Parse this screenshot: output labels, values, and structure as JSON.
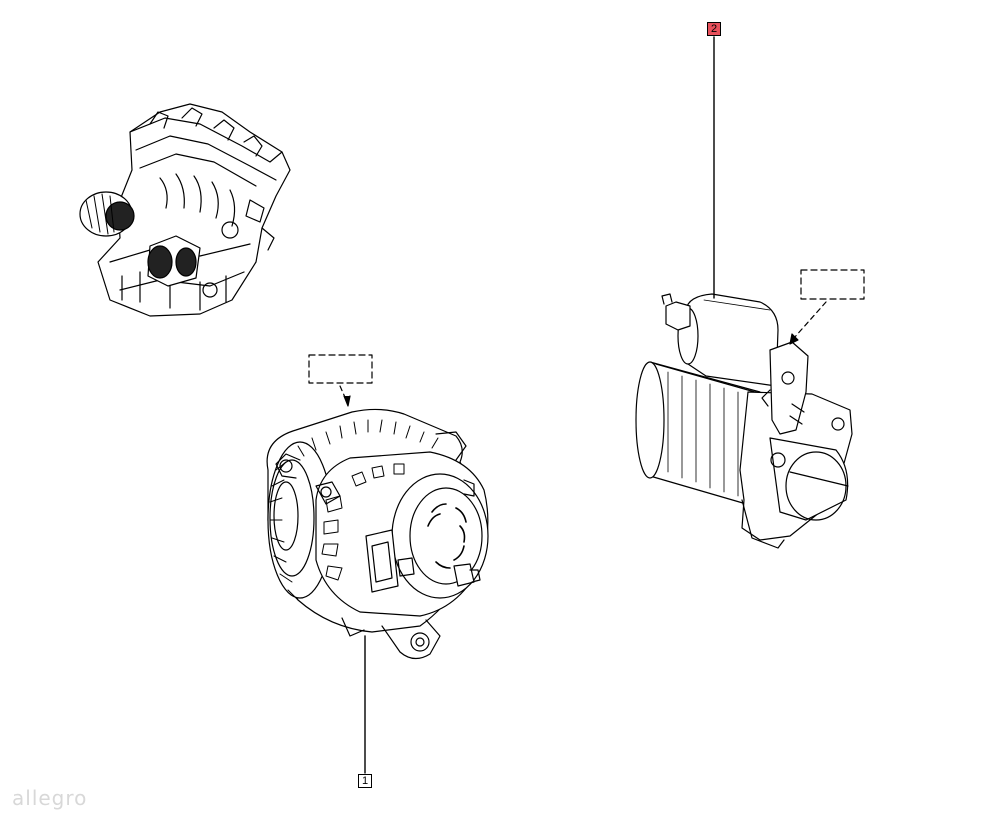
{
  "callouts": [
    {
      "label": "1",
      "highlighted": false
    },
    {
      "label": "2",
      "highlighted": true,
      "highlight_color": "#e8505b"
    }
  ],
  "watermark": "allegro",
  "icons": [
    "engine-illustration",
    "alternator-illustration",
    "starter-motor-illustration"
  ]
}
